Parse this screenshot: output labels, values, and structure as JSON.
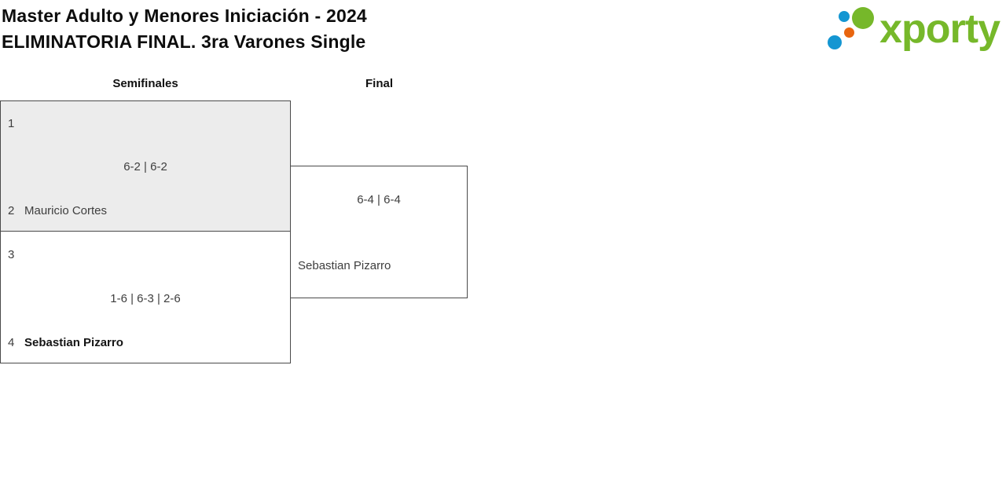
{
  "header": {
    "title_line1": "Master Adulto y Menores Iniciación - 2024",
    "title_line2": "ELIMINATORIA FINAL. 3ra Varones Single",
    "logo_text": "xporty"
  },
  "colors": {
    "highlight_bg": "#ececec",
    "box_border": "#4a4a4a",
    "logo_green": "#76b82a",
    "logo_blue": "#1496d2",
    "logo_orange": "#e8650f"
  },
  "bracket": {
    "rounds": [
      {
        "label": "Semifinales"
      },
      {
        "label": "Final"
      }
    ],
    "matches": [
      {
        "round": "Semifinales",
        "player1_seed": "1",
        "player1_name": "",
        "score": "6-2 | 6-2",
        "player2_seed": "2",
        "player2_name": "Mauricio Cortes"
      },
      {
        "round": "Semifinales",
        "player1_seed": "3",
        "player1_name": "",
        "score": "1-6 | 6-3 | 2-6",
        "player2_seed": "4",
        "player2_name": "Sebastian Pizarro"
      },
      {
        "round": "Final",
        "score": "6-4 | 6-4",
        "winner_name": "Sebastian Pizarro"
      }
    ]
  }
}
